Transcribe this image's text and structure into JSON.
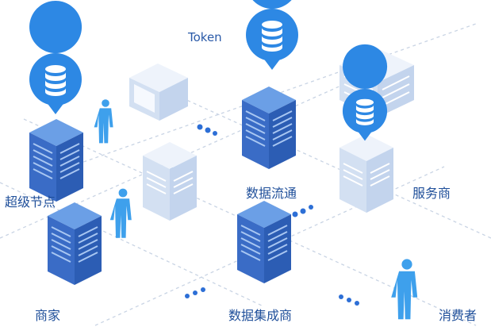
{
  "labels": {
    "token": "Token",
    "super_node": "超级节点",
    "data_flow": "数据流通",
    "service_provider": "服务商",
    "merchant": "商家",
    "data_integrator": "数据集成商",
    "consumer": "消费者"
  },
  "colors": {
    "server_blue_top": "#5f95e2",
    "server_blue_front": "#3a6fc8",
    "server_pale_top": "#e3ecf8",
    "server_pale_front": "#c9d8ee",
    "pin_blue": "#2e8ae6",
    "person_blue": "#3ea0ec",
    "dot_blue": "#2d6fd6",
    "label_text": "#1f4f9a"
  },
  "icons": [
    "database-pin-icon",
    "server-icon",
    "storefront-icon",
    "person-icon"
  ]
}
